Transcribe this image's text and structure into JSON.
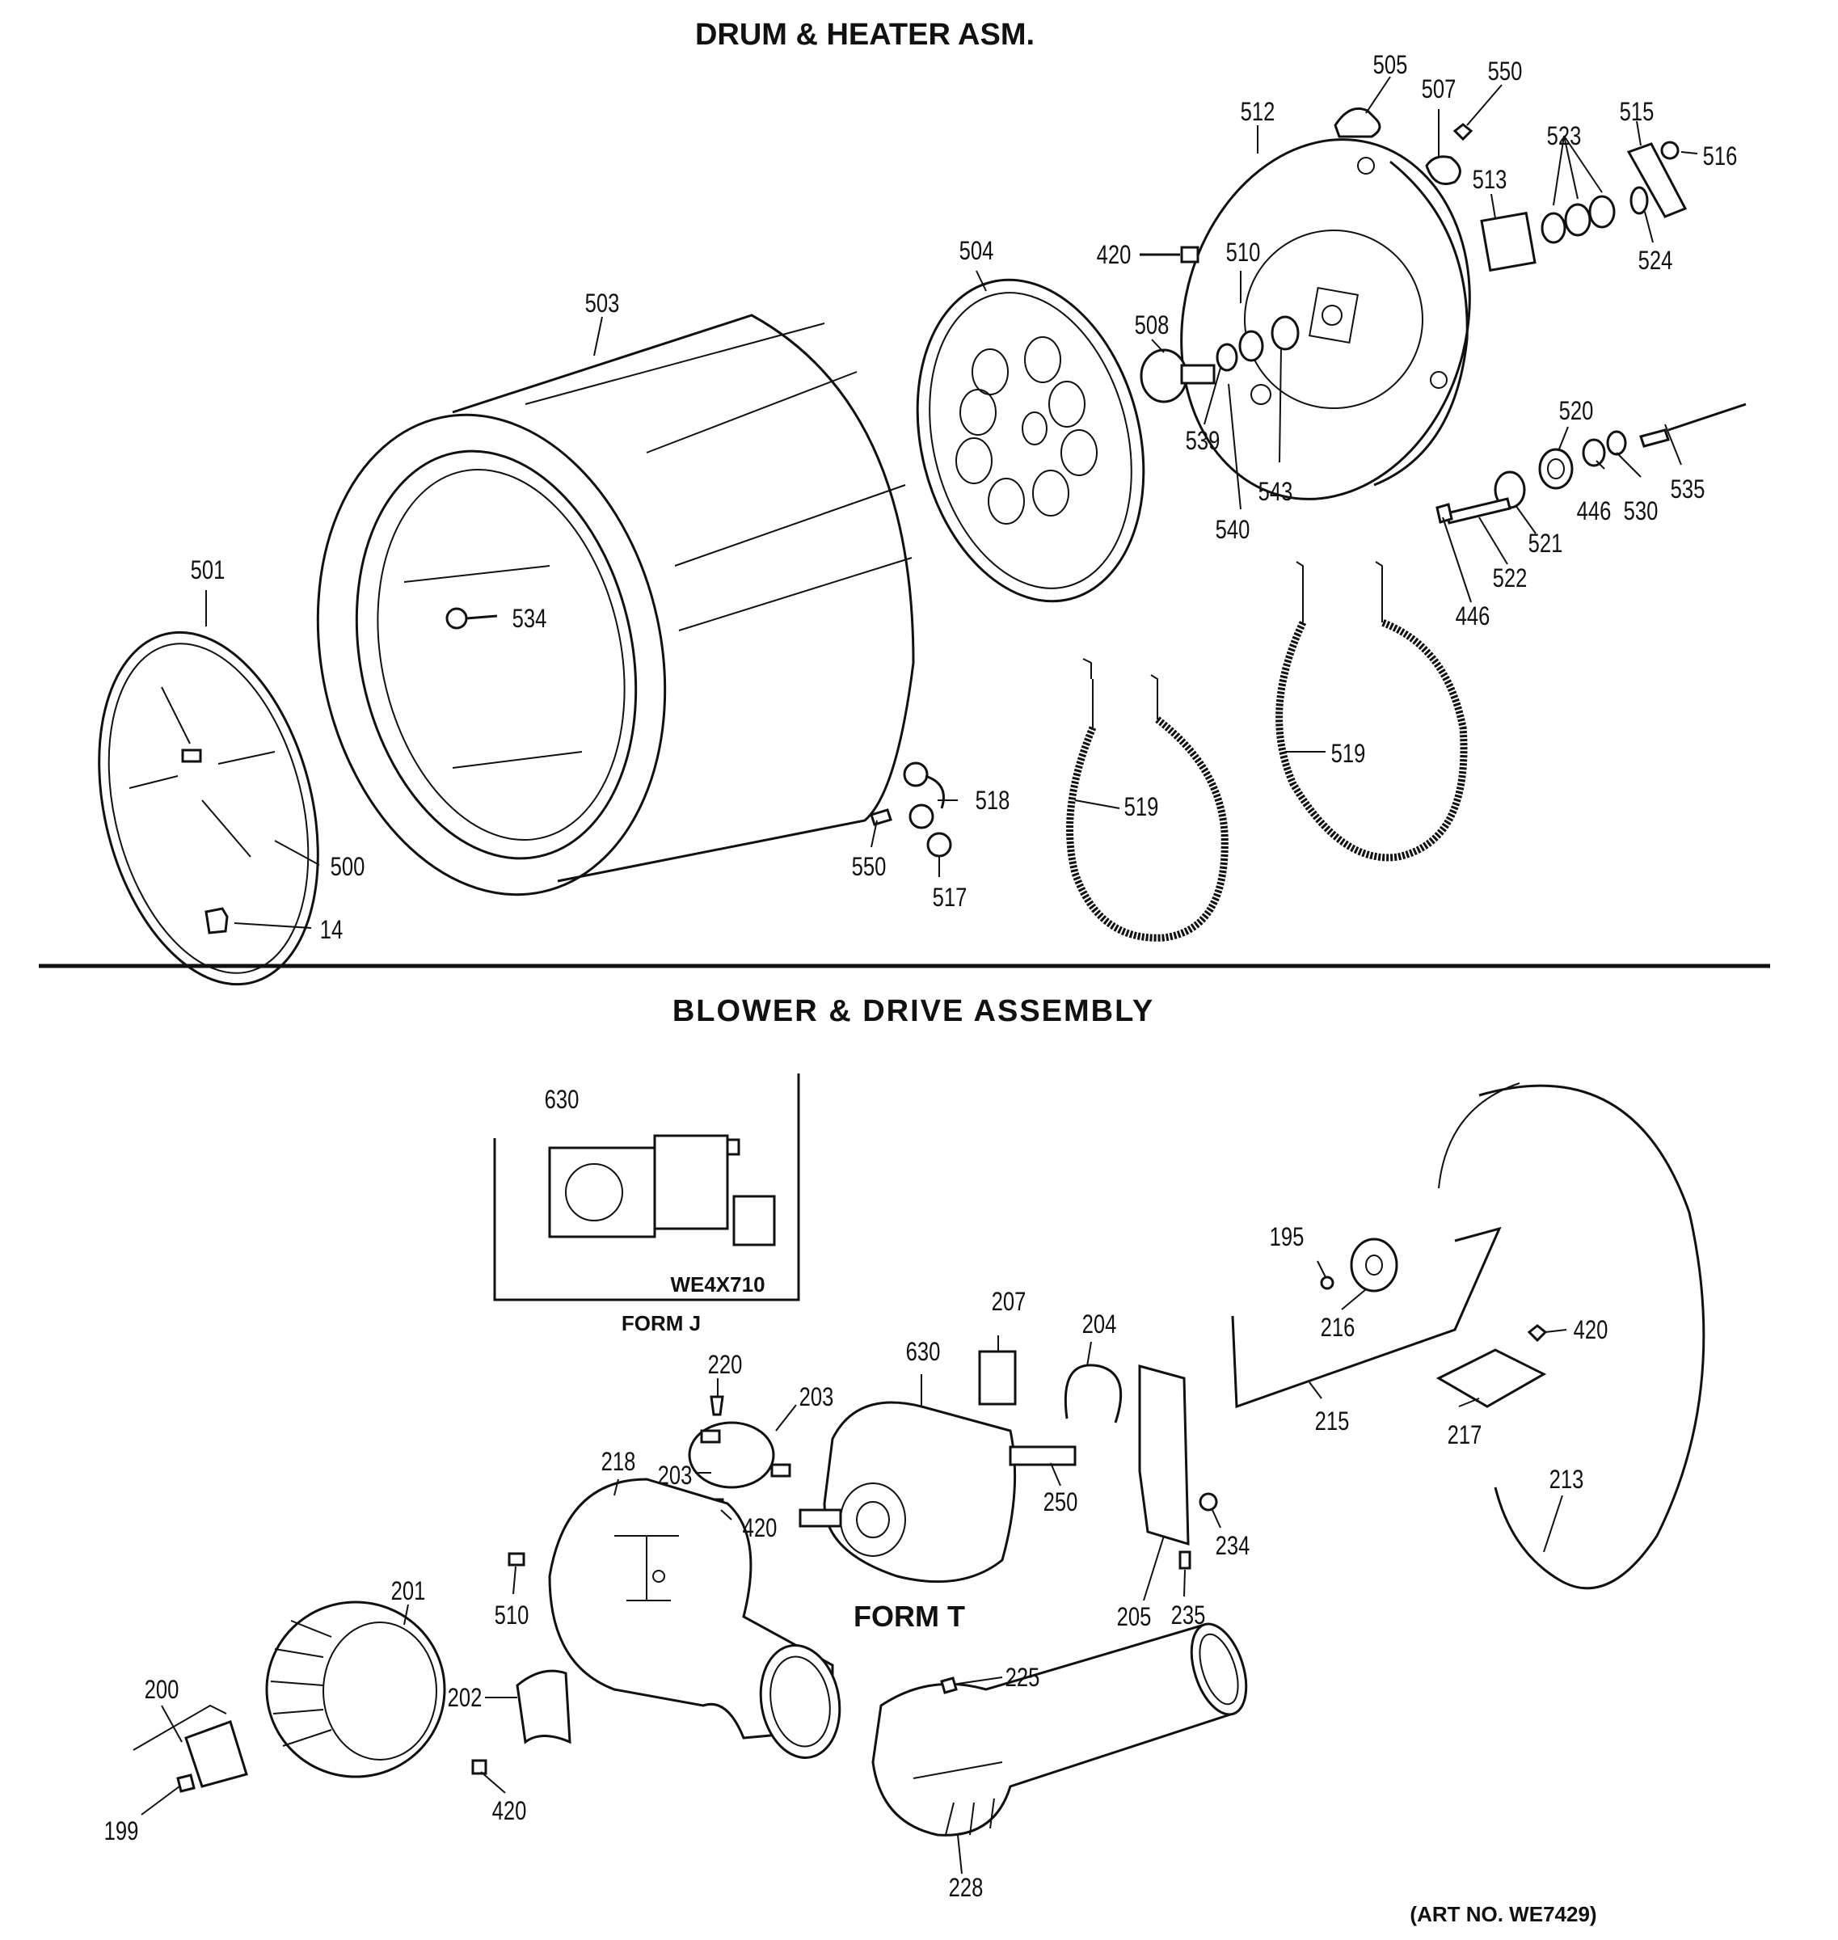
{
  "headings": {
    "top_title": "DRUM & HEATER ASM.",
    "section_title": "BLOWER & DRIVE ASSEMBLY",
    "form_j": "FORM J",
    "form_t": "FORM T",
    "motor_kit": "WE4X710",
    "art_no": "(ART NO. WE7429)"
  },
  "callouts": [
    {
      "id": "c505",
      "label": "505"
    },
    {
      "id": "c507",
      "label": "507"
    },
    {
      "id": "c550a",
      "label": "550"
    },
    {
      "id": "c512",
      "label": "512"
    },
    {
      "id": "c515",
      "label": "515"
    },
    {
      "id": "c516",
      "label": "516"
    },
    {
      "id": "c523",
      "label": "523"
    },
    {
      "id": "c513",
      "label": "513"
    },
    {
      "id": "c524",
      "label": "524"
    },
    {
      "id": "c504",
      "label": "504"
    },
    {
      "id": "c420a",
      "label": "420"
    },
    {
      "id": "c510a",
      "label": "510"
    },
    {
      "id": "c503",
      "label": "503"
    },
    {
      "id": "c508",
      "label": "508"
    },
    {
      "id": "c539",
      "label": "539"
    },
    {
      "id": "c543",
      "label": "543"
    },
    {
      "id": "c540",
      "label": "540"
    },
    {
      "id": "c520",
      "label": "520"
    },
    {
      "id": "c535",
      "label": "535"
    },
    {
      "id": "c446a",
      "label": "446"
    },
    {
      "id": "c530",
      "label": "530"
    },
    {
      "id": "c521",
      "label": "521"
    },
    {
      "id": "c522",
      "label": "522"
    },
    {
      "id": "c446b",
      "label": "446"
    },
    {
      "id": "c501",
      "label": "501"
    },
    {
      "id": "c534",
      "label": "534"
    },
    {
      "id": "c519a",
      "label": "519"
    },
    {
      "id": "c519b",
      "label": "519"
    },
    {
      "id": "c518",
      "label": "518"
    },
    {
      "id": "c550b",
      "label": "550"
    },
    {
      "id": "c517",
      "label": "517"
    },
    {
      "id": "c500",
      "label": "500"
    },
    {
      "id": "c14",
      "label": "14"
    },
    {
      "id": "c630a",
      "label": "630"
    },
    {
      "id": "c195",
      "label": "195"
    },
    {
      "id": "c216",
      "label": "216"
    },
    {
      "id": "c420b",
      "label": "420"
    },
    {
      "id": "c207",
      "label": "207"
    },
    {
      "id": "c204",
      "label": "204"
    },
    {
      "id": "c630b",
      "label": "630"
    },
    {
      "id": "c220",
      "label": "220"
    },
    {
      "id": "c203a",
      "label": "203"
    },
    {
      "id": "c215",
      "label": "215"
    },
    {
      "id": "c217",
      "label": "217"
    },
    {
      "id": "c218",
      "label": "218"
    },
    {
      "id": "c203b",
      "label": "203"
    },
    {
      "id": "c250",
      "label": "250"
    },
    {
      "id": "c213",
      "label": "213"
    },
    {
      "id": "c420c",
      "label": "420"
    },
    {
      "id": "c234",
      "label": "234"
    },
    {
      "id": "c510b",
      "label": "510"
    },
    {
      "id": "c205",
      "label": "205"
    },
    {
      "id": "c235",
      "label": "235"
    },
    {
      "id": "c201",
      "label": "201"
    },
    {
      "id": "c225",
      "label": "225"
    },
    {
      "id": "c200",
      "label": "200"
    },
    {
      "id": "c202",
      "label": "202"
    },
    {
      "id": "c420d",
      "label": "420"
    },
    {
      "id": "c199",
      "label": "199"
    },
    {
      "id": "c228",
      "label": "228"
    }
  ]
}
